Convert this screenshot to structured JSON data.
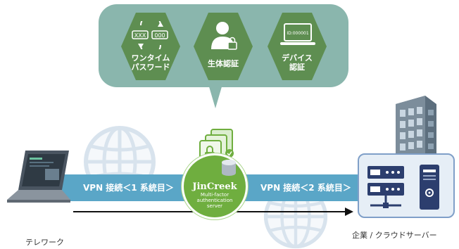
{
  "auth_methods": [
    {
      "label_line1": "ワンタイム",
      "label_line2": "パスワード",
      "icon": "one-time-password-icon"
    },
    {
      "label_line1": "生体認証",
      "label_line2": "",
      "icon": "biometric-user-icon"
    },
    {
      "label_line1": "デバイス",
      "label_line2": "認証",
      "icon": "device-laptop-icon"
    }
  ],
  "otp_icon_text": "XXX",
  "otp_icon_digits": "000",
  "device_icon_text": "ID:000001",
  "vpn": {
    "left_label": "VPN 接続＜1 系統目＞",
    "right_label": "VPN 接続＜2 系統目＞"
  },
  "server_badge": {
    "brand": "JinCreek",
    "line1": "Multi-factor",
    "line2": "authentication",
    "line3": "server"
  },
  "captions": {
    "telework": "テレワーク",
    "enterprise": "企業 / クラウドサーバー"
  },
  "colors": {
    "bubble": "#8ab6ad",
    "hexagon": "#5e8e51",
    "vpn_band": "#5aa6c7",
    "badge": "#6fae3f",
    "server_navy": "#2c3e6e"
  }
}
